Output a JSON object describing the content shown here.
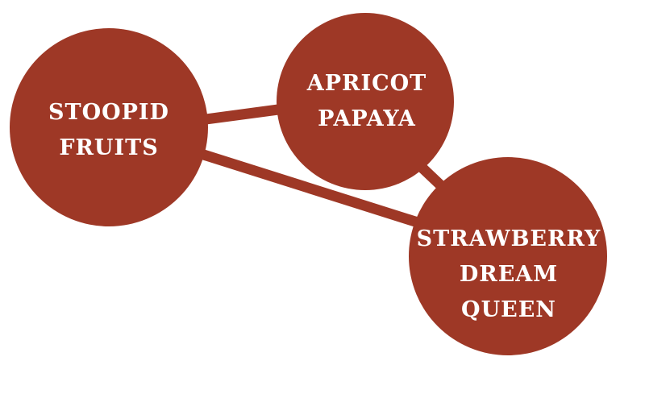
{
  "color": "#9e3826",
  "nodes": [
    {
      "id": "stoopid",
      "lines": [
        "STOOPID",
        "FRUITS"
      ]
    },
    {
      "id": "apricot",
      "lines": [
        "APRICOT",
        "PAPAYA"
      ]
    },
    {
      "id": "strawberry",
      "lines": [
        "STRAWBERRY",
        "DREAM",
        "QUEEN"
      ]
    }
  ],
  "edges": [
    [
      "stoopid",
      "apricot"
    ],
    [
      "stoopid",
      "strawberry"
    ],
    [
      "apricot",
      "strawberry"
    ]
  ]
}
